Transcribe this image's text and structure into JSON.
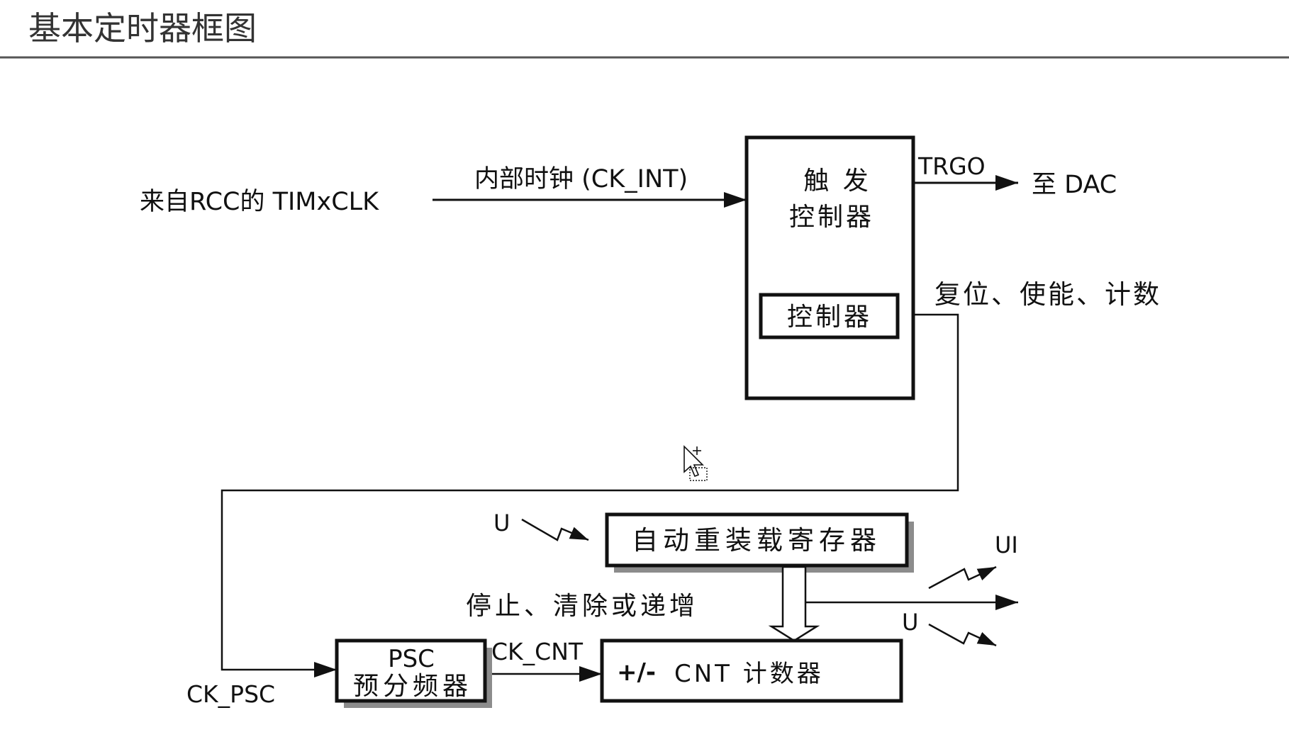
{
  "title": "基本定时器框图",
  "diagram": {
    "input_label": "来自RCC的 TIMxCLK",
    "internal_clock_label": "内部时钟 (CK_INT)",
    "trigger_controller": {
      "line1": "触 发",
      "line2": "控制器",
      "inner_controller": "控制器"
    },
    "trgo_label": "TRGO",
    "dac_label": "至 DAC",
    "reset_enable_count_label": "复位、使能、计数",
    "update_label_arr": "U",
    "auto_reload_register": "自动重装载寄存器",
    "stop_clear_label": "停止、清除或递增",
    "ui_label": "UI",
    "update_label_right": "U",
    "psc": {
      "line1": "PSC",
      "line2": "预分频器"
    },
    "ck_psc_label": "CK_PSC",
    "ck_cnt_label": "CK_CNT",
    "cnt": {
      "sign": "+/-",
      "label": "CNT 计数器"
    }
  },
  "icons": {
    "cursor": "mouse-cursor-icon"
  },
  "colors": {
    "stroke": "#111111",
    "shadow": "#8c8c8c",
    "title": "#333333",
    "title_rule": "#555555"
  }
}
